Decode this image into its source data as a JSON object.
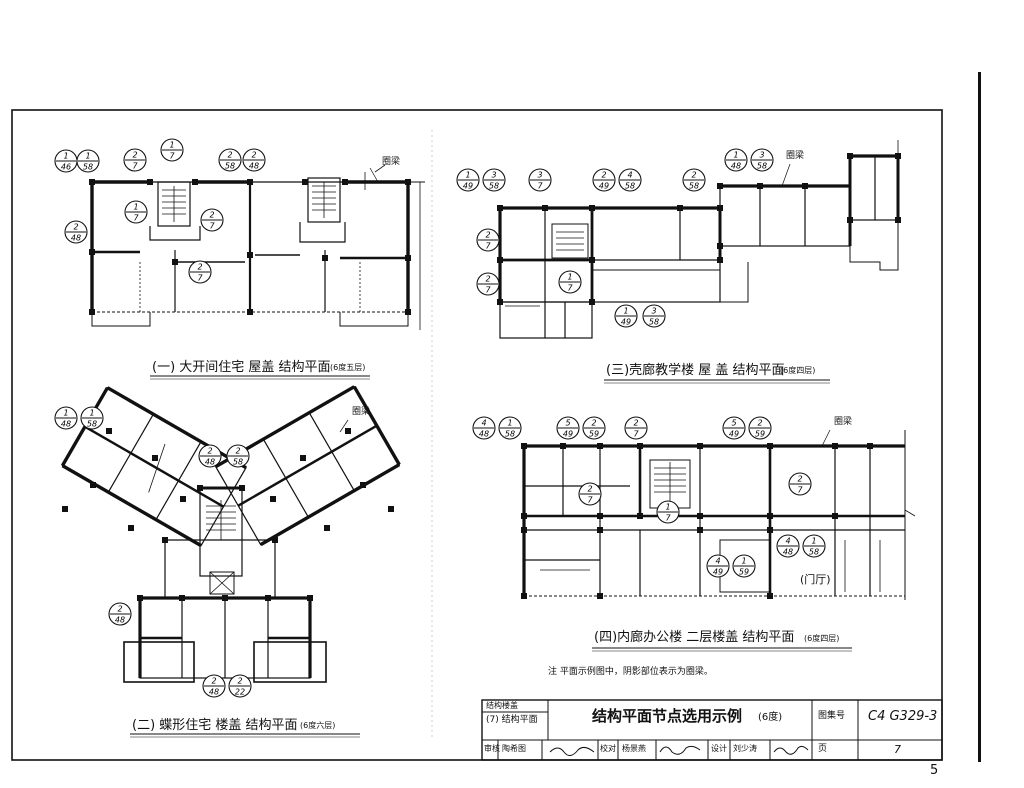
{
  "plans": [
    {
      "caption": "(一) 大开间住宅 屋盖 结构平面",
      "caption_note": "(6度五层)",
      "ring_beam_label": "圈梁",
      "markers": [
        {
          "top": "1",
          "bottom": "46"
        },
        {
          "top": "1",
          "bottom": "58"
        },
        {
          "top": "2",
          "bottom": "7"
        },
        {
          "top": "1",
          "bottom": "7"
        },
        {
          "top": "2",
          "bottom": "48"
        },
        {
          "top": "2",
          "bottom": "58"
        },
        {
          "top": "2",
          "bottom": "48"
        },
        {
          "top": "1",
          "bottom": "7"
        },
        {
          "top": "2",
          "bottom": "7"
        },
        {
          "top": "2",
          "bottom": "7"
        }
      ]
    },
    {
      "caption": "(二) 蝶形住宅 楼盖 结构平面",
      "caption_note": "(6度六层)",
      "ring_beam_label": "圈梁",
      "markers": [
        {
          "top": "1",
          "bottom": "48"
        },
        {
          "top": "1",
          "bottom": "58"
        },
        {
          "top": "2",
          "bottom": "48"
        },
        {
          "top": "2",
          "bottom": "58"
        },
        {
          "top": "2",
          "bottom": "48"
        },
        {
          "top": "2",
          "bottom": "48"
        },
        {
          "top": "2",
          "bottom": "22"
        }
      ]
    },
    {
      "caption": "(三)壳廊教学楼 屋 盖 结构平面",
      "caption_note": "(6度四层)",
      "ring_beam_label": "圈梁",
      "markers": [
        {
          "top": "1",
          "bottom": "49"
        },
        {
          "top": "3",
          "bottom": "58"
        },
        {
          "top": "3",
          "bottom": "7"
        },
        {
          "top": "2",
          "bottom": "49"
        },
        {
          "top": "4",
          "bottom": "58"
        },
        {
          "top": "2",
          "bottom": "58"
        },
        {
          "top": "1",
          "bottom": "48"
        },
        {
          "top": "3",
          "bottom": "58"
        },
        {
          "top": "2",
          "bottom": "7"
        },
        {
          "top": "2",
          "bottom": "7"
        },
        {
          "top": "1",
          "bottom": "7"
        },
        {
          "top": "1",
          "bottom": "49"
        },
        {
          "top": "3",
          "bottom": "58"
        }
      ]
    },
    {
      "caption": "(四)内廊办公楼 二层楼盖 结构平面",
      "caption_note": "(6度四层)",
      "ring_beam_label": "圈梁",
      "hall_label": "(门厅)",
      "markers": [
        {
          "top": "4",
          "bottom": "48"
        },
        {
          "top": "1",
          "bottom": "58"
        },
        {
          "top": "5",
          "bottom": "49"
        },
        {
          "top": "2",
          "bottom": "59"
        },
        {
          "top": "2",
          "bottom": "7"
        },
        {
          "top": "5",
          "bottom": "49"
        },
        {
          "top": "2",
          "bottom": "59"
        },
        {
          "top": "2",
          "bottom": "7"
        },
        {
          "top": "2",
          "bottom": "7"
        },
        {
          "top": "1",
          "bottom": "7"
        },
        {
          "top": "4",
          "bottom": "48"
        },
        {
          "top": "1",
          "bottom": "58"
        },
        {
          "top": "4",
          "bottom": "49"
        },
        {
          "top": "1",
          "bottom": "59"
        }
      ]
    }
  ],
  "note": "注  平面示例图中，阴影部位表示为圈梁。",
  "title_block": {
    "category_line1": "结构楼盖",
    "category_line2": "(7) 结构平面",
    "title": "结构平面节点选用示例",
    "title_suffix": "(6度)",
    "atlas_no_label": "图集号",
    "atlas_no": "C4 G329-3",
    "page_label": "页",
    "page_no": "7",
    "signoff": [
      "审核",
      "陶希图",
      "校对",
      "杨景燕",
      "设计",
      "刘少涛"
    ]
  },
  "page_number": "5"
}
